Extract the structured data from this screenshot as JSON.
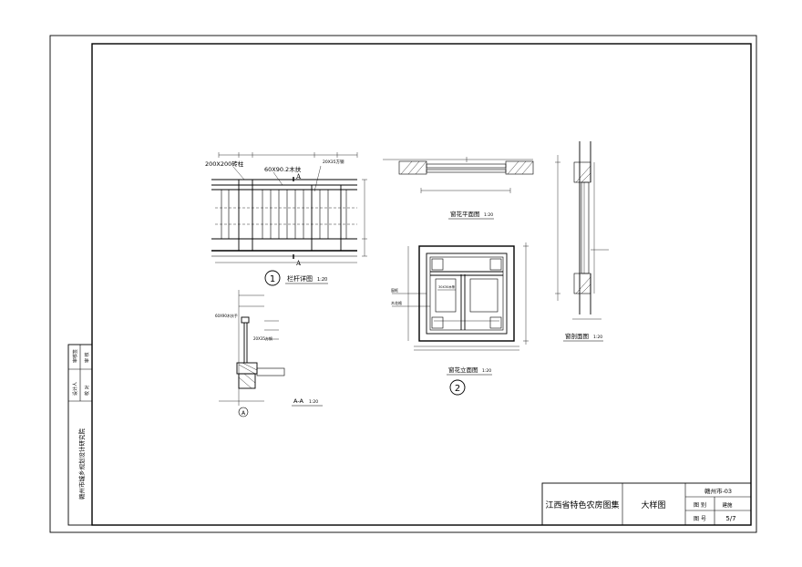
{
  "title_block": {
    "atlas_name": "江西省特色农房图集",
    "drawing_name": "大样图",
    "code": "赣州市-03",
    "category_label": "图 别",
    "category_value": "建施",
    "number_label": "图 号",
    "number_value": "5/7"
  },
  "side_strip": {
    "institute": "赣州市城乡规划设计研究院",
    "cell_a": "审核签",
    "cell_b": "设计人",
    "cell_c": "校 对",
    "cell_d": "审 核"
  },
  "railing_detail": {
    "label_post": "200X200砖柱",
    "label_rail": "60X90.2木扶",
    "label_bar": "20X35方钢",
    "section_mark_top": "A",
    "section_mark_bottom": "A",
    "number": "1",
    "title": "栏杆详图",
    "scale": "1:20"
  },
  "section_aa": {
    "label_rail": "60X90木扶手",
    "label_bar": "20X35方钢",
    "axis": "A",
    "title": "A-A",
    "scale": "1:20"
  },
  "window_plan": {
    "title": "窗花平面图",
    "scale": "1:20"
  },
  "window_elevation": {
    "number": "2",
    "title": "窗花立面图",
    "scale": "1:20",
    "label_frame": "窗框",
    "label_bar": "木花格",
    "label_inner": "30X30木条"
  },
  "window_section": {
    "title": "窗剖面图",
    "scale": "1:20"
  }
}
